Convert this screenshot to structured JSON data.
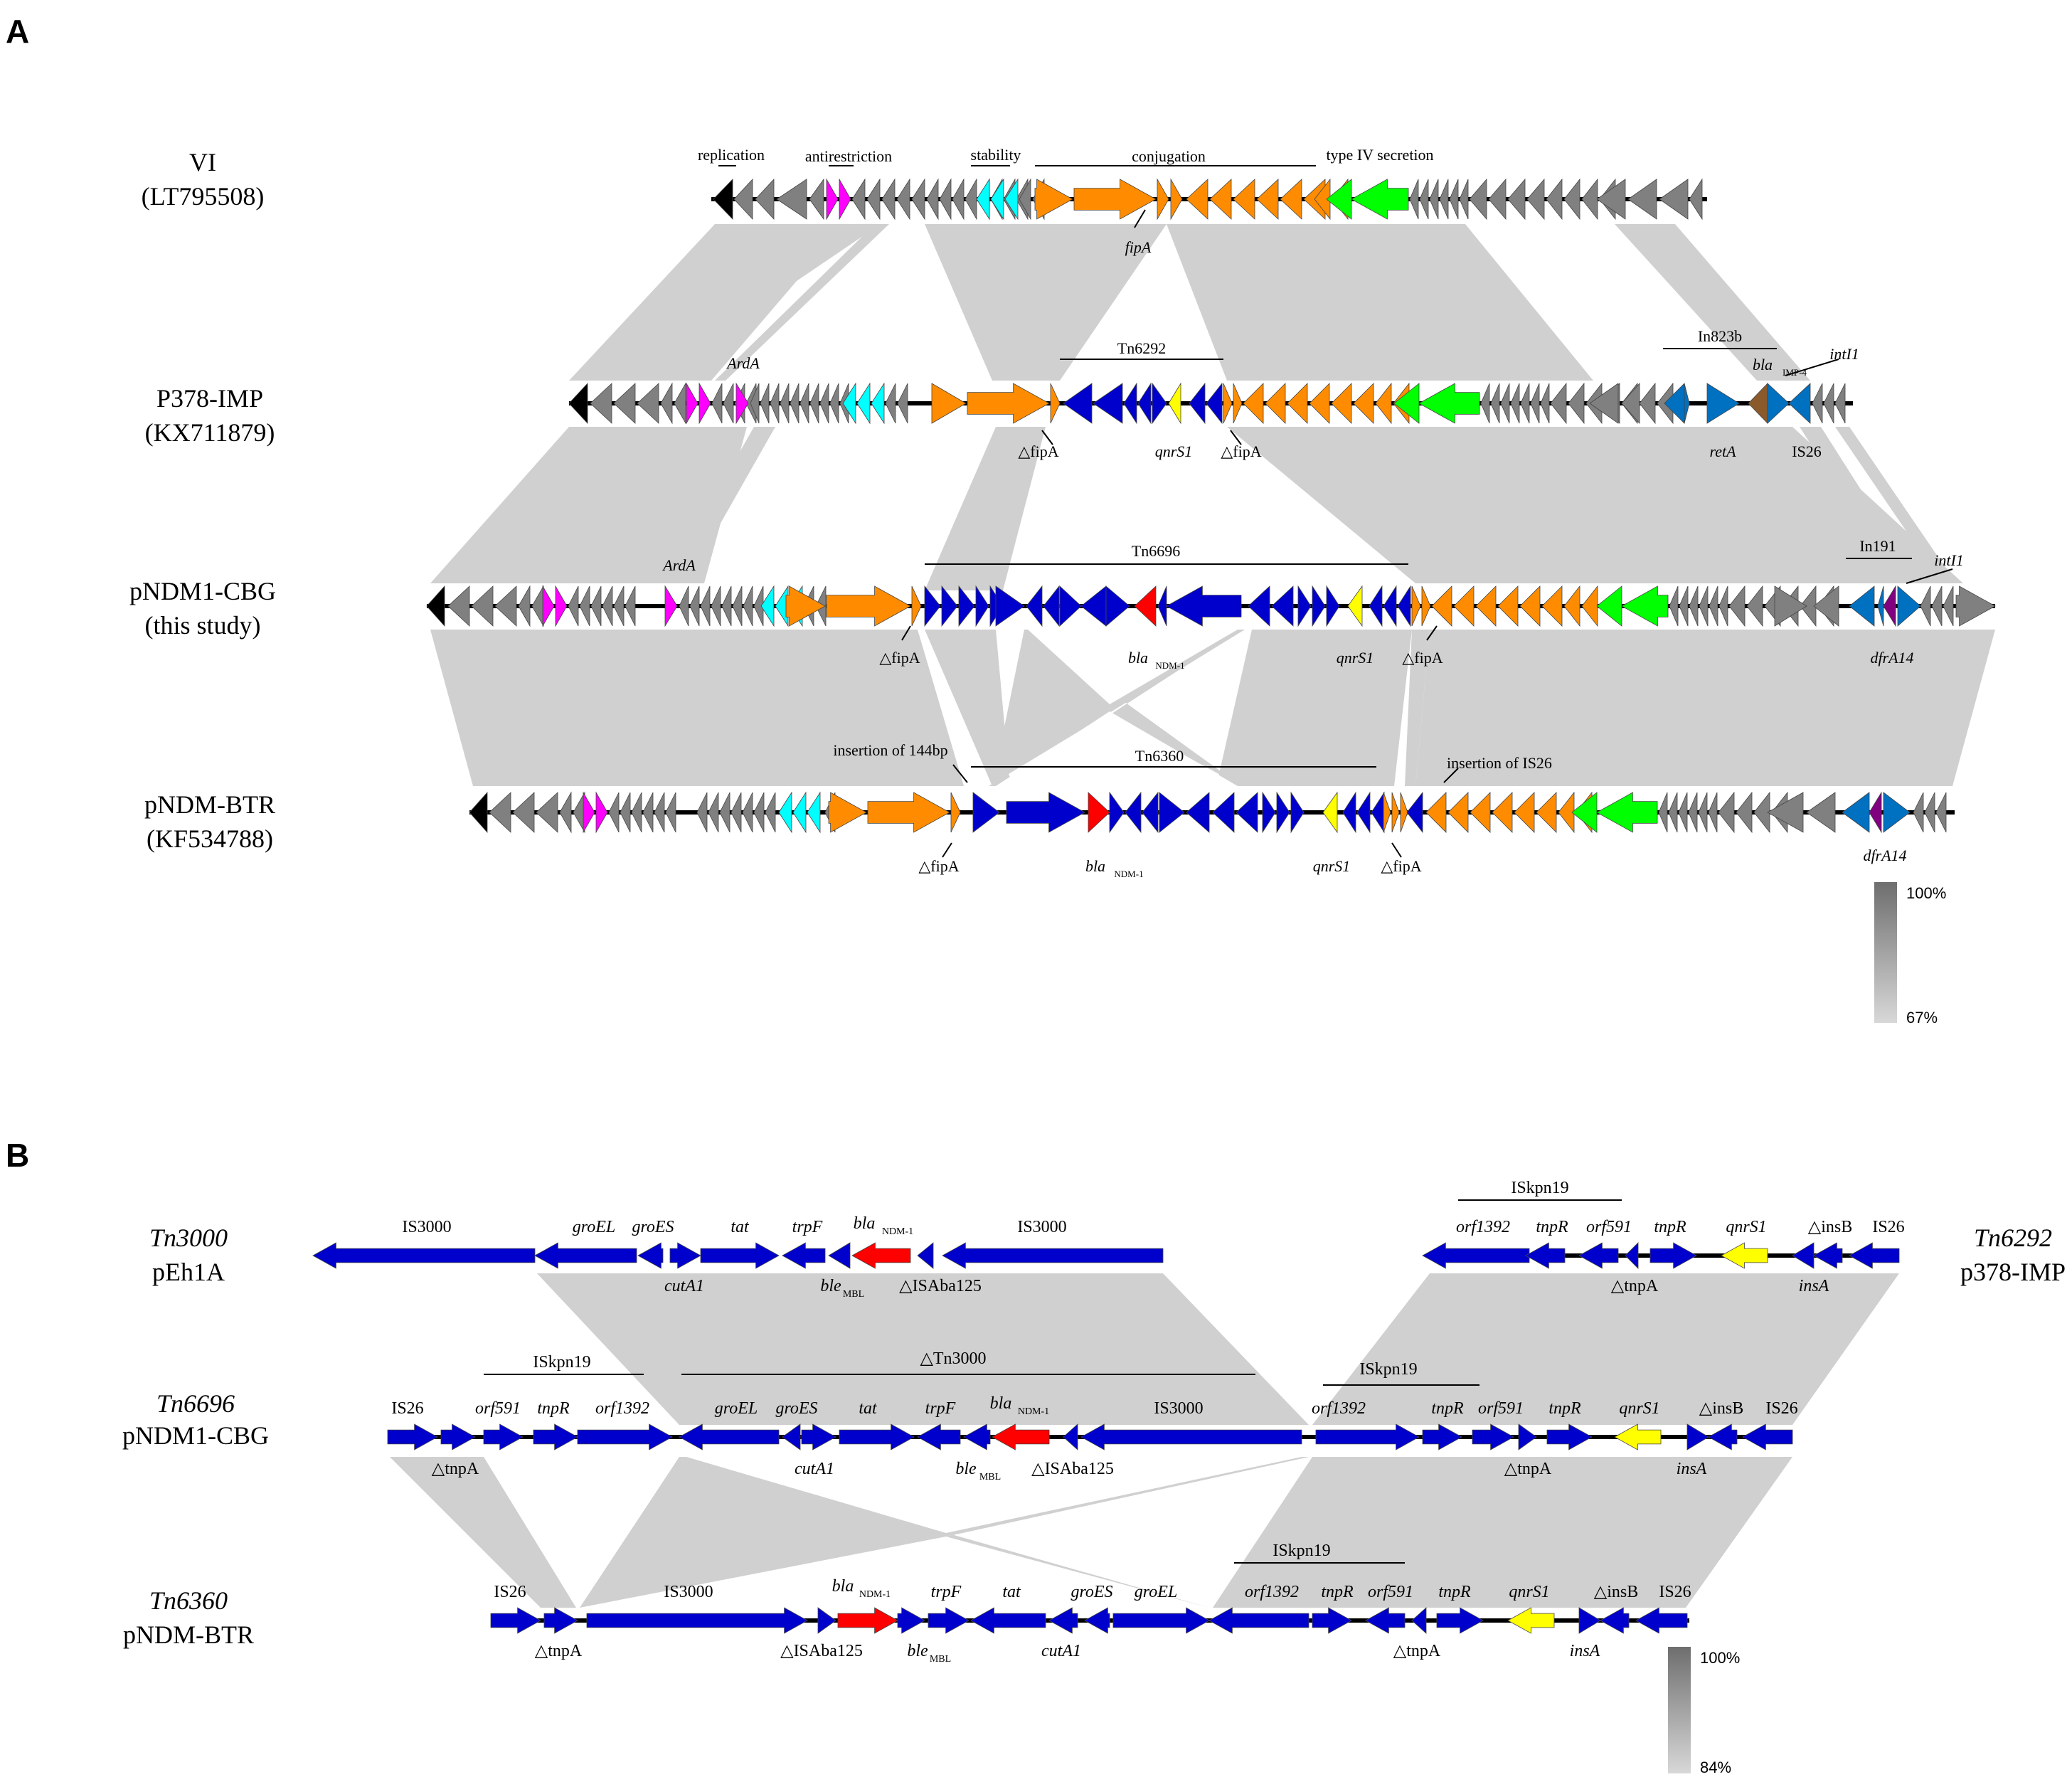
{
  "panelA": {
    "letter": "A",
    "rows": [
      {
        "name": "VI",
        "acc": "(LT795508)"
      },
      {
        "name": "P378-IMP",
        "acc": "(KX711879)"
      },
      {
        "name": "pNDM1-CBG",
        "acc": "(this study)"
      },
      {
        "name": "pNDM-BTR",
        "acc": "(KF534788)"
      }
    ],
    "regions": [
      "replication",
      "antirestriction",
      "stability",
      "conjugation",
      "type IV secretion"
    ],
    "labels": {
      "fipA": "fipA",
      "ArdA": "ArdA",
      "tn6292": "Tn6292",
      "tn6696": "Tn6696",
      "tn6360": "Tn6360",
      "in823b": "In823b",
      "in191": "In191",
      "blaIMP4": "bla",
      "blaIMP4sub": "IMP-4",
      "intI1": "intI1",
      "dfrA14": "dfrA14",
      "qnrS1": "qnrS1",
      "delta_fipA": "△fipA",
      "retA": "retA",
      "is26": "IS26",
      "blaNDM": "bla",
      "blaNDMsub": "NDM-1",
      "ins144": "insertion of 144bp",
      "insIS26": "insertion of IS26"
    },
    "scale": {
      "top": "100%",
      "bottom": "67%"
    }
  },
  "panelB": {
    "letter": "B",
    "rows": [
      {
        "name": "Tn3000",
        "sub": "pEh1A"
      },
      {
        "name": "Tn6696",
        "sub": "pNDM1-CBG"
      },
      {
        "name": "Tn6360",
        "sub": "pNDM-BTR"
      },
      {
        "name": "Tn6292",
        "sub": "p378-IMP"
      }
    ],
    "labels": {
      "IS3000": "IS3000",
      "groEL": "groEL",
      "groES": "groES",
      "tat": "tat",
      "trpF": "trpF",
      "bla": "bla",
      "ndm": "NDM-1",
      "cutA1": "cutA1",
      "ble": "ble",
      "mbl": "MBL",
      "isaba": "△ISAba125",
      "iskpn": "ISkpn19",
      "orf1392": "orf1392",
      "tnpR": "tnpR",
      "orf591": "orf591",
      "qnrS1": "qnrS1",
      "dinsB": "△insB",
      "IS26": "IS26",
      "dtnpA": "△tnpA",
      "insA": "insA",
      "dTn3000": "△Tn3000"
    },
    "scale": {
      "top": "100%",
      "bottom": "84%"
    }
  },
  "colors": {
    "backbone": "#000000",
    "shade": "#d3d3d3",
    "grey": "#808080",
    "magenta": "#ff00ff",
    "cyan": "#00ffff",
    "orange": "#ff8c00",
    "green": "#00ff00",
    "blue": "#0000cd",
    "red": "#ff0000",
    "yellow": "#ffff00",
    "steel": "#0070c0",
    "brown": "#8b5a2b",
    "purple": "#800080"
  }
}
